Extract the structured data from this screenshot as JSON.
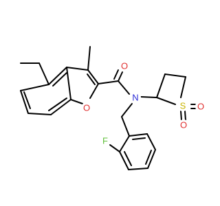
{
  "molecule": {
    "atoms": {
      "ring_oxygen": {
        "symbol": "O",
        "color": "#e03030"
      },
      "carbonyl_oxygen": {
        "symbol": "O",
        "color": "#e03030"
      },
      "amide_nitrogen": {
        "symbol": "N",
        "color": "#2b2bd6"
      },
      "sulfur": {
        "symbol": "S",
        "color": "#c8b400"
      },
      "sulfonyl_oxygen_top": {
        "symbol": "O",
        "color": "#e03030"
      },
      "sulfonyl_oxygen_right": {
        "symbol": "O",
        "color": "#e03030"
      },
      "fluorine": {
        "symbol": "F",
        "color": "#5fbf3a"
      }
    },
    "bond_color": "#000000",
    "background": "#ffffff"
  }
}
